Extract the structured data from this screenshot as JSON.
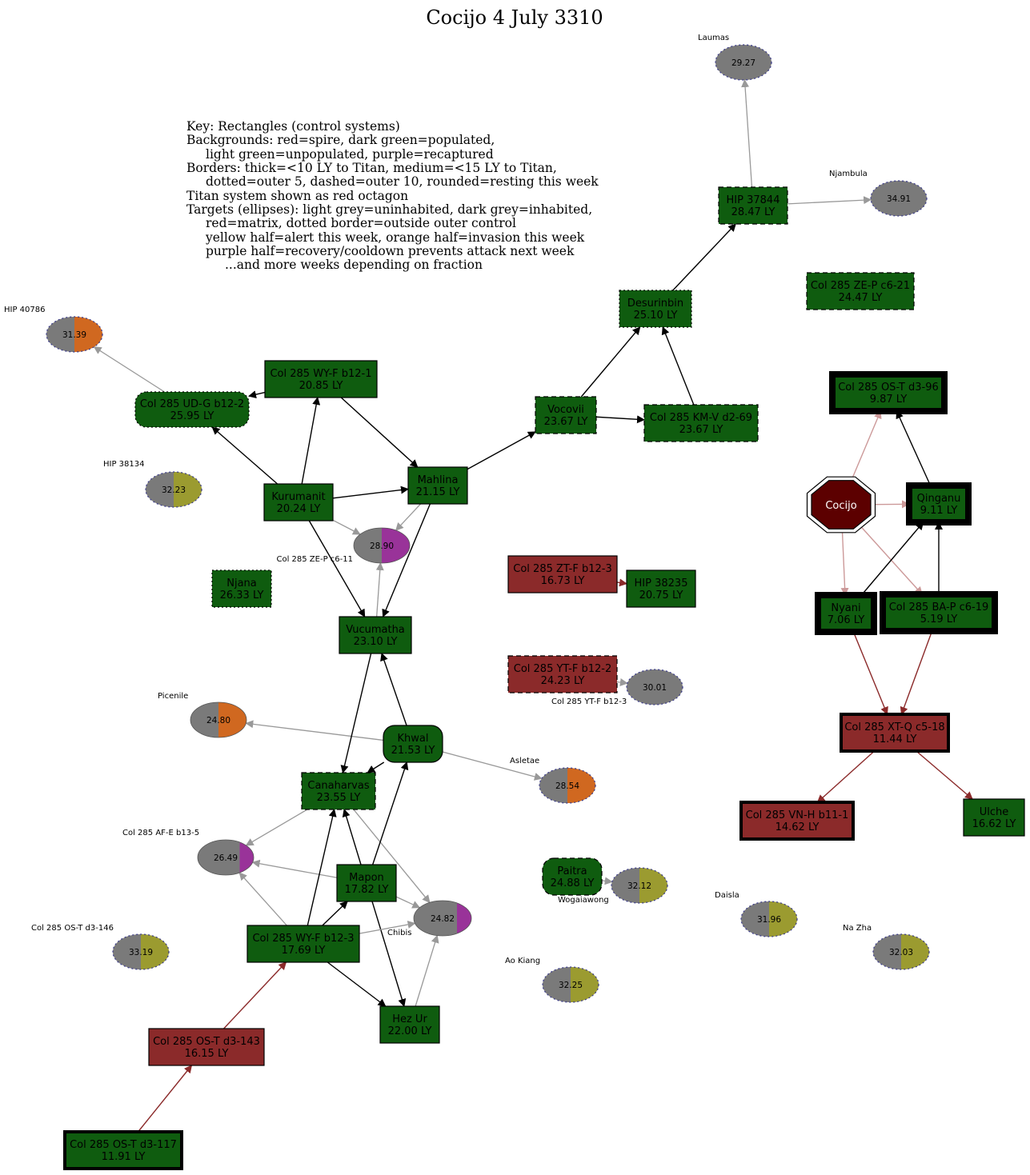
{
  "title": "Cocijo 4 July 3310",
  "key_lines": [
    "Key: Rectangles (control systems)",
    "Backgrounds: red=spire, dark green=populated,",
    "light green=unpopulated, purple=recaptured",
    "Borders: thick=<10 LY to Titan, medium=<15 LY to Titan,",
    "dotted=outer 5, dashed=outer 10, rounded=resting this week",
    "Titan system shown as red octagon",
    "Targets (ellipses): light grey=uninhabited, dark grey=inhabited,",
    "red=matrix, dotted border=outside outer control",
    "yellow half=alert this week, orange half=invasion this week",
    "purple half=recovery/cooldown prevents attack next week",
    "...and more weeks depending on fraction"
  ],
  "colors": {
    "populated": "#0f5c0f",
    "spire": "#8b2a2a",
    "titan": "#5c0000",
    "target_grey": "#7a7a7a",
    "alert": "#9b9b30",
    "invasion": "#d06820",
    "recovery": "#993399",
    "edge_black": "#000000",
    "edge_grey": "#999999",
    "edge_red": "#8b2a2a",
    "edge_pink": "#cc9999"
  },
  "titan": {
    "name": "Cocijo"
  },
  "systems": [
    {
      "id": "wyf121",
      "name": "Col 285 WY-F b12-1",
      "dist": "20.85 LY",
      "fill": "populated",
      "border": "normal"
    },
    {
      "id": "udg",
      "name": "Col 285 UD-G b12-2",
      "dist": "25.95 LY",
      "fill": "populated",
      "border": "dotted-rounded"
    },
    {
      "id": "kurumanit",
      "name": "Kurumanit",
      "dist": "20.24 LY",
      "fill": "populated",
      "border": "normal"
    },
    {
      "id": "mahlina",
      "name": "Mahlina",
      "dist": "21.15 LY",
      "fill": "populated",
      "border": "normal"
    },
    {
      "id": "vocovii",
      "name": "Vocovii",
      "dist": "23.67 LY",
      "fill": "populated",
      "border": "dashed"
    },
    {
      "id": "kmv",
      "name": "Col 285 KM-V d2-69",
      "dist": "23.67 LY",
      "fill": "populated",
      "border": "dashed"
    },
    {
      "id": "desurinbin",
      "name": "Desurinbin",
      "dist": "25.10 LY",
      "fill": "populated",
      "border": "dotted"
    },
    {
      "id": "hip37844",
      "name": "HIP 37844",
      "dist": "28.47 LY",
      "fill": "populated",
      "border": "dashed"
    },
    {
      "id": "zep21",
      "name": "Col 285 ZE-P c6-21",
      "dist": "24.47 LY",
      "fill": "populated",
      "border": "dashed"
    },
    {
      "id": "ost96",
      "name": "Col 285 OS-T d3-96",
      "dist": "9.87 LY",
      "fill": "populated",
      "border": "thick"
    },
    {
      "id": "qinganu",
      "name": "Qinganu",
      "dist": "9.11 LY",
      "fill": "populated",
      "border": "thick"
    },
    {
      "id": "nyani",
      "name": "Nyani",
      "dist": "7.06 LY",
      "fill": "populated",
      "border": "thick"
    },
    {
      "id": "bap",
      "name": "Col 285 BA-P c6-19",
      "dist": "5.19 LY",
      "fill": "populated",
      "border": "thick"
    },
    {
      "id": "xtq",
      "name": "Col 285 XT-Q c5-18",
      "dist": "11.44 LY",
      "fill": "spire",
      "border": "medium"
    },
    {
      "id": "vnh",
      "name": "Col 285 VN-H b11-1",
      "dist": "14.62 LY",
      "fill": "spire",
      "border": "medium"
    },
    {
      "id": "ulche",
      "name": "Ulche",
      "dist": "16.62 LY",
      "fill": "populated",
      "border": "normal"
    },
    {
      "id": "njana",
      "name": "Njana",
      "dist": "26.33 LY",
      "fill": "populated",
      "border": "dotted"
    },
    {
      "id": "ztf",
      "name": "Col 285 ZT-F b12-3",
      "dist": "16.73 LY",
      "fill": "spire",
      "border": "normal"
    },
    {
      "id": "hip38235",
      "name": "HIP 38235",
      "dist": "20.75 LY",
      "fill": "populated",
      "border": "normal"
    },
    {
      "id": "ytf",
      "name": "Col 285 YT-F b12-2",
      "dist": "24.23 LY",
      "fill": "spire",
      "border": "dashed"
    },
    {
      "id": "vucumatha",
      "name": "Vucumatha",
      "dist": "23.10 LY",
      "fill": "populated",
      "border": "normal"
    },
    {
      "id": "khwal",
      "name": "Khwal",
      "dist": "21.53 LY",
      "fill": "populated",
      "border": "rounded"
    },
    {
      "id": "canaharvas",
      "name": "Canaharvas",
      "dist": "23.55 LY",
      "fill": "populated",
      "border": "dashed"
    },
    {
      "id": "mapon",
      "name": "Mapon",
      "dist": "17.82 LY",
      "fill": "populated",
      "border": "normal"
    },
    {
      "id": "wyf123",
      "name": "Col 285 WY-F b12-3",
      "dist": "17.69 LY",
      "fill": "populated",
      "border": "normal"
    },
    {
      "id": "hezur",
      "name": "Hez Ur",
      "dist": "22.00 LY",
      "fill": "populated",
      "border": "normal"
    },
    {
      "id": "paitra",
      "name": "Paitra",
      "dist": "24.88 LY",
      "fill": "populated",
      "border": "dashed-rounded"
    },
    {
      "id": "ost143",
      "name": "Col 285 OS-T d3-143",
      "dist": "16.15 LY",
      "fill": "spire",
      "border": "normal"
    },
    {
      "id": "ost117",
      "name": "Col 285 OS-T d3-117",
      "dist": "11.91 LY",
      "fill": "populated",
      "border": "medium"
    }
  ],
  "targets": [
    {
      "id": "laumas",
      "name": "Laumas",
      "dist": "29.27",
      "half": "none",
      "frac": 0,
      "dotted": true
    },
    {
      "id": "njambula",
      "name": "Njambula",
      "dist": "34.91",
      "half": "none",
      "frac": 0,
      "dotted": true
    },
    {
      "id": "hip40786",
      "name": "HIP 40786",
      "dist": "31.39",
      "half": "invasion",
      "frac": 0.5,
      "dotted": true
    },
    {
      "id": "hip38134",
      "name": "HIP 38134",
      "dist": "32.23",
      "half": "alert",
      "frac": 0.5,
      "dotted": true
    },
    {
      "id": "zep11",
      "name": "Col 285 ZE-P c6-11",
      "dist": "28.90",
      "half": "recovery",
      "frac": 0.5,
      "dotted": false
    },
    {
      "id": "ytf3",
      "name": "Col 285 YT-F b12-3",
      "dist": "30.01",
      "half": "none",
      "frac": 0,
      "dotted": true
    },
    {
      "id": "picenile",
      "name": "Picenile",
      "dist": "24.80",
      "half": "invasion",
      "frac": 0.5,
      "dotted": false
    },
    {
      "id": "asletae",
      "name": "Asletae",
      "dist": "28.54",
      "half": "invasion",
      "frac": 0.5,
      "dotted": true
    },
    {
      "id": "afe",
      "name": "Col 285 AF-E b13-5",
      "dist": "26.49",
      "half": "recovery",
      "frac": 0.25,
      "dotted": false
    },
    {
      "id": "chibis",
      "name": "Chibis",
      "dist": "24.82",
      "half": "recovery",
      "frac": 0.25,
      "dotted": false
    },
    {
      "id": "wogaiawong",
      "name": "Wogaiawong",
      "dist": "32.12",
      "half": "alert",
      "frac": 0.5,
      "dotted": true
    },
    {
      "id": "daisla",
      "name": "Daisla",
      "dist": "31.96",
      "half": "alert",
      "frac": 0.5,
      "dotted": true
    },
    {
      "id": "nazha",
      "name": "Na Zha",
      "dist": "32.03",
      "half": "alert",
      "frac": 0.5,
      "dotted": true
    },
    {
      "id": "ost146",
      "name": "Col 285 OS-T d3-146",
      "dist": "33.19",
      "half": "alert",
      "frac": 0.5,
      "dotted": true
    },
    {
      "id": "aokiang",
      "name": "Ao Kiang",
      "dist": "32.25",
      "half": "alert",
      "frac": 0.5,
      "dotted": true
    }
  ],
  "edges": [
    {
      "from": "hip37844",
      "to": "laumas",
      "style": "grey"
    },
    {
      "from": "hip37844",
      "to": "njambula",
      "style": "grey"
    },
    {
      "from": "desurinbin",
      "to": "hip37844",
      "style": "black"
    },
    {
      "from": "vocovii",
      "to": "desurinbin",
      "style": "black"
    },
    {
      "from": "kmv",
      "to": "desurinbin",
      "style": "black"
    },
    {
      "from": "vocovii",
      "to": "kmv",
      "style": "black"
    },
    {
      "from": "mahlina",
      "to": "vocovii",
      "style": "black"
    },
    {
      "from": "wyf121",
      "to": "udg",
      "style": "black"
    },
    {
      "from": "wyf121",
      "to": "mahlina",
      "style": "black"
    },
    {
      "from": "udg",
      "to": "hip40786",
      "style": "grey"
    },
    {
      "from": "kurumanit",
      "to": "udg",
      "style": "black"
    },
    {
      "from": "kurumanit",
      "to": "wyf121",
      "style": "black"
    },
    {
      "from": "kurumanit",
      "to": "mahlina",
      "style": "black"
    },
    {
      "from": "kurumanit",
      "to": "zep11",
      "style": "grey"
    },
    {
      "from": "kurumanit",
      "to": "vucumatha",
      "style": "black"
    },
    {
      "from": "mahlina",
      "to": "zep11",
      "style": "grey"
    },
    {
      "from": "mahlina",
      "to": "vucumatha",
      "style": "black"
    },
    {
      "from": "vucumatha",
      "to": "zep11",
      "style": "grey"
    },
    {
      "from": "ztf",
      "to": "hip38235",
      "style": "red"
    },
    {
      "from": "ytf",
      "to": "ytf3",
      "style": "grey"
    },
    {
      "from": "khwal",
      "to": "vucumatha",
      "style": "black"
    },
    {
      "from": "khwal",
      "to": "picenile",
      "style": "grey"
    },
    {
      "from": "khwal",
      "to": "asletae",
      "style": "grey"
    },
    {
      "from": "khwal",
      "to": "canaharvas",
      "style": "black"
    },
    {
      "from": "vucumatha",
      "to": "canaharvas",
      "style": "black"
    },
    {
      "from": "canaharvas",
      "to": "afe",
      "style": "grey"
    },
    {
      "from": "canaharvas",
      "to": "chibis",
      "style": "grey"
    },
    {
      "from": "mapon",
      "to": "canaharvas",
      "style": "black"
    },
    {
      "from": "mapon",
      "to": "khwal",
      "style": "black"
    },
    {
      "from": "mapon",
      "to": "afe",
      "style": "grey"
    },
    {
      "from": "mapon",
      "to": "chibis",
      "style": "grey"
    },
    {
      "from": "mapon",
      "to": "hezur",
      "style": "black"
    },
    {
      "from": "wyf123",
      "to": "canaharvas",
      "style": "black"
    },
    {
      "from": "wyf123",
      "to": "mapon",
      "style": "black"
    },
    {
      "from": "wyf123",
      "to": "afe",
      "style": "grey"
    },
    {
      "from": "wyf123",
      "to": "chibis",
      "style": "grey"
    },
    {
      "from": "wyf123",
      "to": "hezur",
      "style": "black"
    },
    {
      "from": "hezur",
      "to": "chibis",
      "style": "grey"
    },
    {
      "from": "paitra",
      "to": "wogaiawong",
      "style": "grey"
    },
    {
      "from": "ost143",
      "to": "wyf123",
      "style": "red"
    },
    {
      "from": "ost117",
      "to": "ost143",
      "style": "red"
    },
    {
      "from": "cocijo",
      "to": "ost96",
      "style": "pink"
    },
    {
      "from": "cocijo",
      "to": "qinganu",
      "style": "pink"
    },
    {
      "from": "cocijo",
      "to": "nyani",
      "style": "pink"
    },
    {
      "from": "cocijo",
      "to": "bap",
      "style": "pink"
    },
    {
      "from": "qinganu",
      "to": "ost96",
      "style": "black"
    },
    {
      "from": "nyani",
      "to": "qinganu",
      "style": "black"
    },
    {
      "from": "bap",
      "to": "qinganu",
      "style": "black"
    },
    {
      "from": "nyani",
      "to": "xtq",
      "style": "red"
    },
    {
      "from": "bap",
      "to": "xtq",
      "style": "red"
    },
    {
      "from": "xtq",
      "to": "vnh",
      "style": "red"
    },
    {
      "from": "xtq",
      "to": "ulche",
      "style": "red"
    }
  ]
}
